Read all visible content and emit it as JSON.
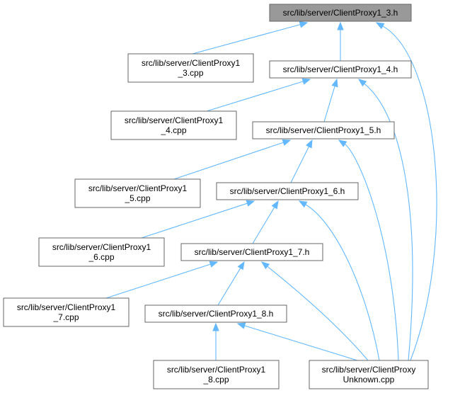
{
  "graph": {
    "nodes": [
      {
        "id": "h3",
        "lines": [
          "src/lib/server/ClientProxy1_3.h"
        ],
        "root": true
      },
      {
        "id": "c3",
        "lines": [
          "src/lib/server/ClientProxy1",
          "_3.cpp"
        ]
      },
      {
        "id": "h4",
        "lines": [
          "src/lib/server/ClientProxy1_4.h"
        ]
      },
      {
        "id": "c4",
        "lines": [
          "src/lib/server/ClientProxy1",
          "_4.cpp"
        ]
      },
      {
        "id": "h5",
        "lines": [
          "src/lib/server/ClientProxy1_5.h"
        ]
      },
      {
        "id": "c5",
        "lines": [
          "src/lib/server/ClientProxy1",
          "_5.cpp"
        ]
      },
      {
        "id": "h6",
        "lines": [
          "src/lib/server/ClientProxy1_6.h"
        ]
      },
      {
        "id": "c6",
        "lines": [
          "src/lib/server/ClientProxy1",
          "_6.cpp"
        ]
      },
      {
        "id": "h7",
        "lines": [
          "src/lib/server/ClientProxy1_7.h"
        ]
      },
      {
        "id": "c7",
        "lines": [
          "src/lib/server/ClientProxy1",
          "_7.cpp"
        ]
      },
      {
        "id": "h8",
        "lines": [
          "src/lib/server/ClientProxy1_8.h"
        ]
      },
      {
        "id": "c8",
        "lines": [
          "src/lib/server/ClientProxy1",
          "_8.cpp"
        ]
      },
      {
        "id": "unk",
        "lines": [
          "src/lib/server/ClientProxy",
          "Unknown.cpp"
        ]
      }
    ],
    "edges": [
      {
        "from": "c3",
        "to": "h3"
      },
      {
        "from": "h4",
        "to": "h3"
      },
      {
        "from": "unk",
        "to": "h3"
      },
      {
        "from": "c4",
        "to": "h4"
      },
      {
        "from": "h5",
        "to": "h4"
      },
      {
        "from": "unk",
        "to": "h4"
      },
      {
        "from": "c5",
        "to": "h5"
      },
      {
        "from": "h6",
        "to": "h5"
      },
      {
        "from": "unk",
        "to": "h5"
      },
      {
        "from": "c6",
        "to": "h6"
      },
      {
        "from": "h7",
        "to": "h6"
      },
      {
        "from": "unk",
        "to": "h6"
      },
      {
        "from": "c7",
        "to": "h7"
      },
      {
        "from": "h8",
        "to": "h7"
      },
      {
        "from": "unk",
        "to": "h7"
      },
      {
        "from": "c8",
        "to": "h8"
      },
      {
        "from": "unk",
        "to": "h8"
      }
    ],
    "colors": {
      "edge": "#63b8ff",
      "root_fill": "#999999",
      "border": "#666666"
    }
  }
}
